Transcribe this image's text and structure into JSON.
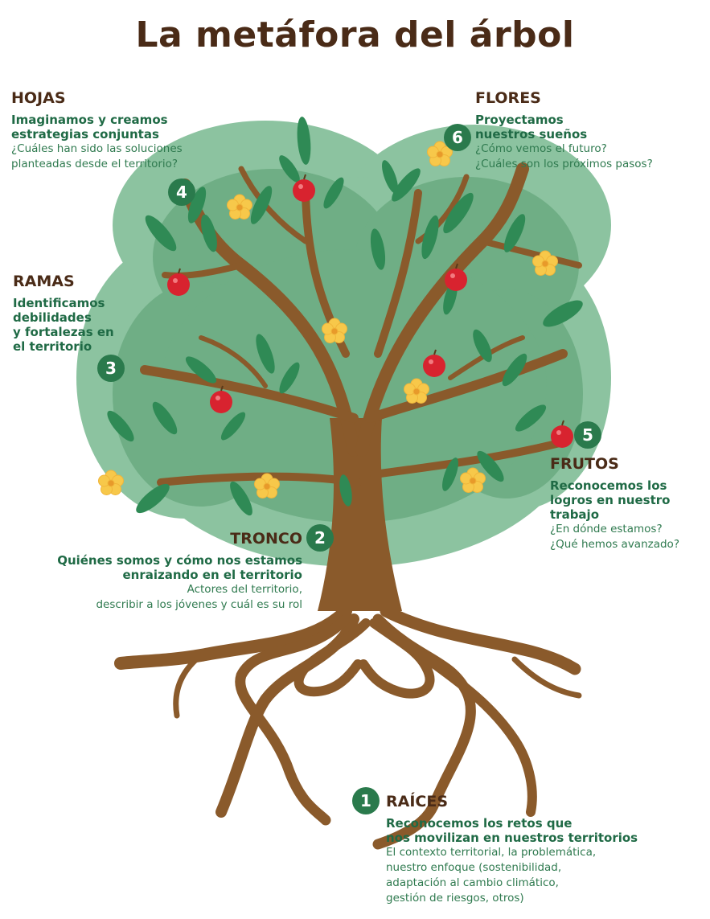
{
  "title": "La metáfora del árbol",
  "sections": {
    "hojas": {
      "number": "4",
      "heading": "HOJAS",
      "lead": [
        "Imaginamos y creamos",
        "estrategias conjuntas"
      ],
      "detail": [
        "¿Cuáles han sido las soluciones",
        "planteadas desde el territorio?"
      ]
    },
    "flores": {
      "number": "6",
      "heading": "FLORES",
      "lead": [
        "Proyectamos",
        "nuestros sueños"
      ],
      "detail": [
        "¿Cómo vemos el futuro?",
        "¿Cuáles son los próximos pasos?"
      ]
    },
    "ramas": {
      "number": "3",
      "heading": "RAMAS",
      "lead": [
        "Identificamos",
        "debilidades",
        "y fortalezas en",
        "el territorio"
      ]
    },
    "frutos": {
      "number": "5",
      "heading": "FRUTOS",
      "lead": [
        "Reconocemos los",
        "logros en nuestro",
        "trabajo"
      ],
      "detail": [
        "¿En dónde estamos?",
        "¿Qué hemos avanzado?"
      ]
    },
    "tronco": {
      "number": "2",
      "heading": "TRONCO",
      "lead": [
        "Quiénes somos y cómo nos estamos",
        "enraizando en el territorio"
      ],
      "detail": [
        "Actores del territorio,",
        "describir a los jóvenes y cuál es su rol"
      ]
    },
    "raices": {
      "number": "1",
      "heading": "RAÍCES",
      "lead": [
        "Reconocemos los retos que",
        "nos movilizan en nuestros territorios"
      ],
      "detail": [
        "El contexto territorial, la problemática,",
        "nuestro enfoque (sostenibilidad,",
        "adaptación al cambio climático,",
        "gestión de riesgos, otros)"
      ]
    }
  },
  "colors": {
    "title": "#4a2b17",
    "heading": "#4a2b17",
    "lead": "#1f6a45",
    "detail": "#2f7a4f",
    "badge": "#2a7a4c",
    "canopy_outer": "#8cc3a0",
    "canopy_inner": "#6fae85",
    "trunk": "#8a5a2b",
    "leaf": "#2f8a55",
    "flower": "#f7c84a",
    "apple": "#d8232f"
  }
}
